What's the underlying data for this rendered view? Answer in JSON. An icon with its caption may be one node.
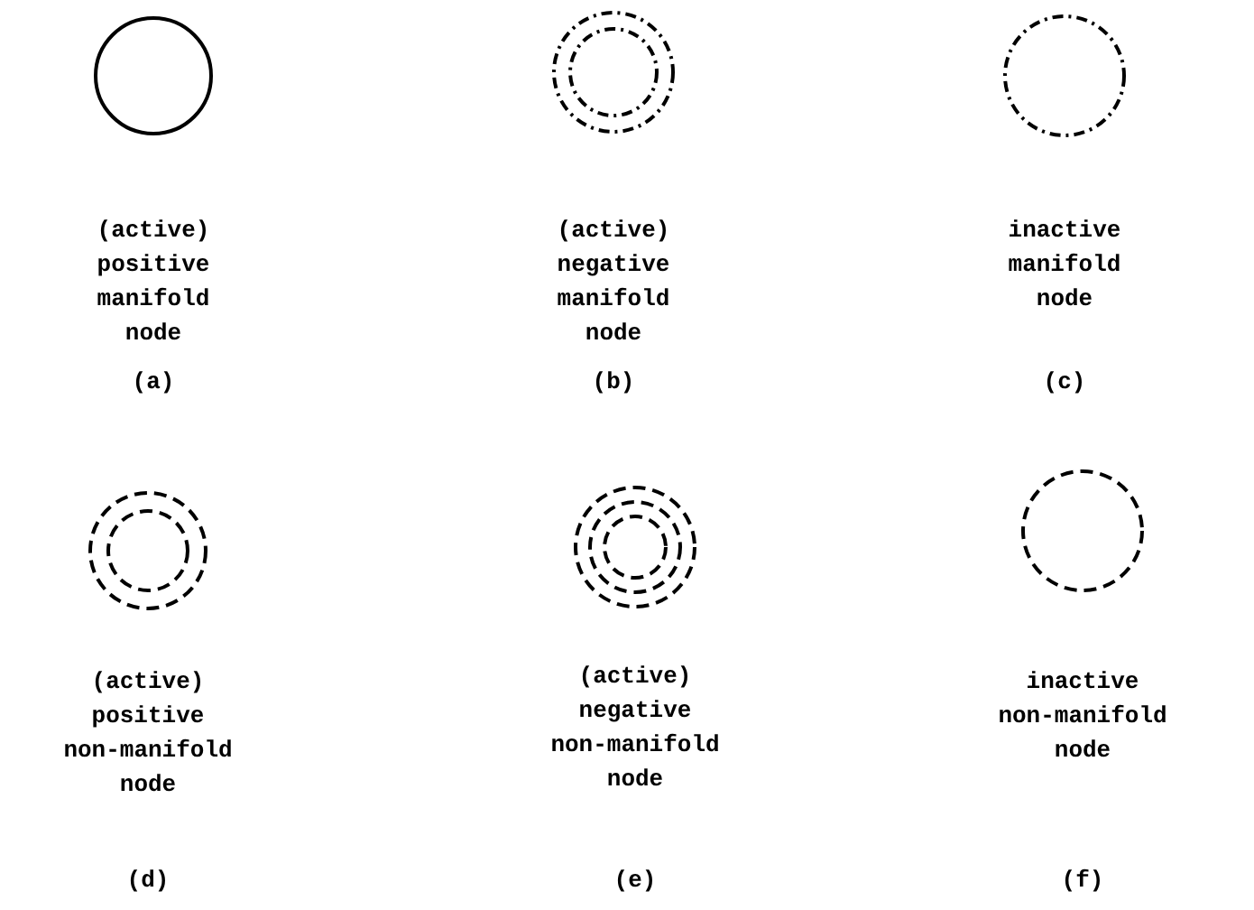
{
  "diagram": {
    "nodes": [
      {
        "text": [
          "(active) positive manifold node"
        ]
      },
      {
        "text": [
          "(active) negative manifold node"
        ]
      },
      {
        "text": [
          "inactive manifold node"
        ]
      },
      {
        "text": [
          "(active) positive non-manifold node"
        ]
      },
      {
        "text": [
          "(active) negative non-manifold node"
        ]
      },
      {
        "text": [
          "inactive non-manifold node"
        ]
      }
    ],
    "labels": [
      "(a)",
      "(b)",
      "(c)",
      "(d)",
      "(e)",
      "(f)"
    ]
  }
}
